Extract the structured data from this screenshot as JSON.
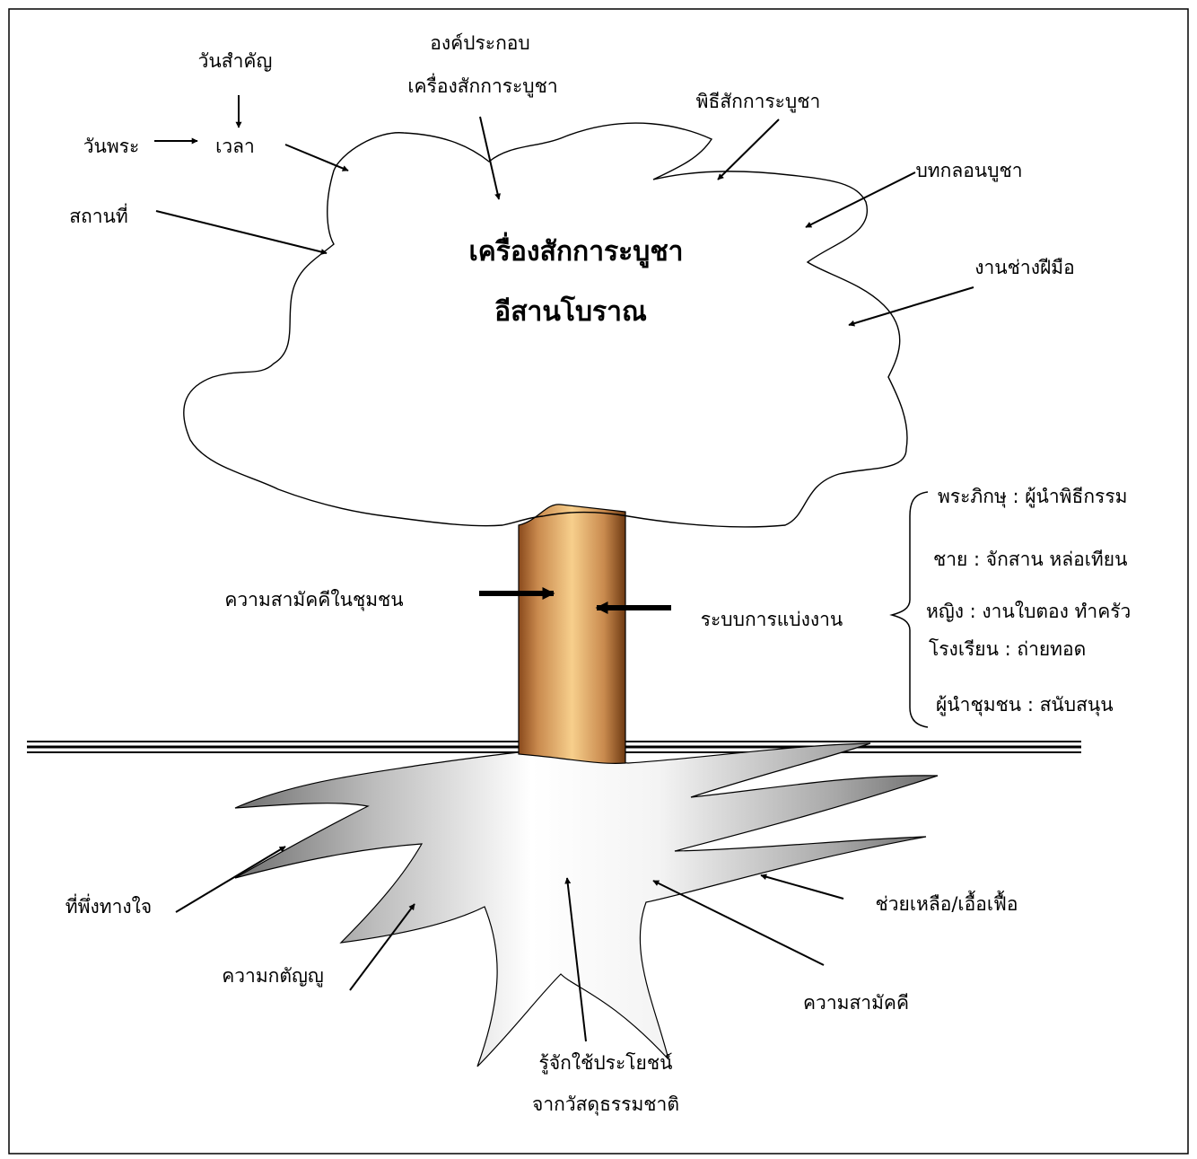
{
  "crown": {
    "title_line1": "เครื่องสักการะบูชา",
    "title_line2": "อีสานโบราณ"
  },
  "crown_labels": {
    "important_day": "วันสำคัญ",
    "holy_day": "วันพระ",
    "time": "เวลา",
    "place": "สถานที่",
    "components_line1": "องค์ประกอบ",
    "components_line2": "เครื่องสักการะบูชา",
    "ritual": "พิธีสักการะบูชา",
    "poem": "บทกลอนบูชา",
    "craftsmanship": "งานช่างฝีมือ"
  },
  "trunk_labels": {
    "unity_in_community": "ความสามัคคีในชุมชน",
    "division_of_labor": "ระบบการแบ่งงาน"
  },
  "roles": [
    "พระภิกษุ : ผู้นำพิธีกรรม",
    "ชาย : จักสาน หล่อเทียน",
    "หญิง : งานใบตอง ทำครัว",
    "โรงเรียน : ถ่ายทอด",
    "ผู้นำชุมชน : สนับสนุน"
  ],
  "root_labels": {
    "spiritual_refuge": "ที่พึ่งทางใจ",
    "gratitude": "ความกตัญญู",
    "use_of_nature_line1": "รู้จักใช้ประโยชน์",
    "use_of_nature_line2": "จากวัสดุธรรมชาติ",
    "unity": "ความสามัคคี",
    "mutual_help": "ช่วยเหลือ/เอื้อเฟื้อ"
  },
  "colors": {
    "trunk_dark": "#8a4a1c",
    "trunk_light": "#f7cf8c",
    "root_light": "#ffffff",
    "root_mid": "#e2e2e2",
    "root_dark": "#6e6e6e",
    "line": "#000000"
  }
}
